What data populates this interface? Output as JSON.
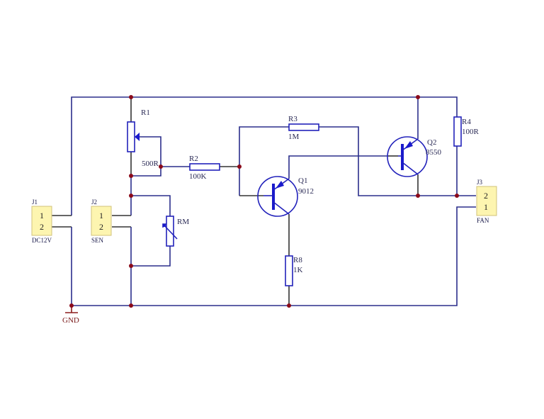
{
  "diagram": {
    "type": "electronic-schematic",
    "title": "",
    "components": {
      "J1": {
        "designator": "J1",
        "value": "DC12V",
        "pins": [
          "1",
          "2"
        ]
      },
      "J2": {
        "designator": "J2",
        "value": "SEN",
        "pins": [
          "1",
          "2"
        ]
      },
      "J3": {
        "designator": "J3",
        "value": "FAN",
        "pins": [
          "2",
          "1"
        ]
      },
      "R1": {
        "designator": "R1",
        "value": "500R",
        "kind": "potentiometer"
      },
      "R2": {
        "designator": "R2",
        "value": "100K",
        "kind": "resistor"
      },
      "R3": {
        "designator": "R3",
        "value": "1M",
        "kind": "resistor"
      },
      "R4": {
        "designator": "R4",
        "value": "100R",
        "kind": "resistor"
      },
      "R8": {
        "designator": "R8",
        "value": "1K",
        "kind": "resistor"
      },
      "RM": {
        "designator": "RM",
        "value": "",
        "kind": "thermistor"
      },
      "Q1": {
        "designator": "Q1",
        "value": "9012",
        "kind": "transistor"
      },
      "Q2": {
        "designator": "Q2",
        "value": "8550",
        "kind": "transistor"
      }
    },
    "gnd_label": "GND"
  },
  "colors": {
    "wire": "#2b2f8c",
    "component": "#2222bb",
    "junction": "#8b0a1a",
    "connector_fill": "#fdf5b0",
    "ground": "#8b1a1a"
  }
}
